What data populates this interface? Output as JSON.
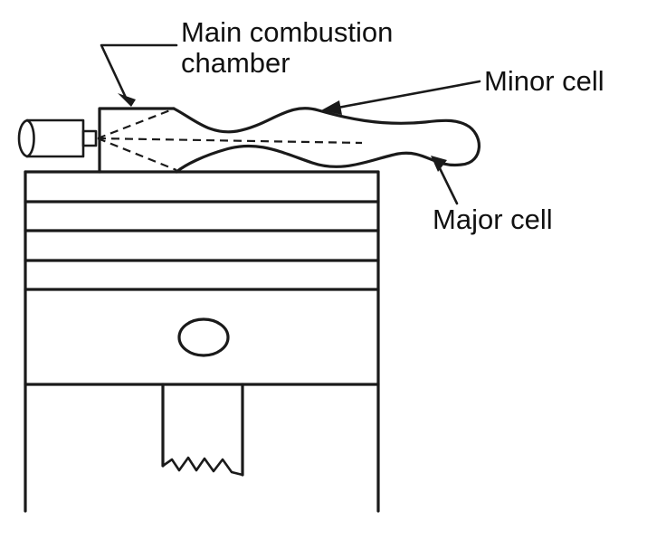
{
  "labels": {
    "main_chamber_line1": "Main combustion",
    "main_chamber_line2": "chamber",
    "minor_cell": "Minor cell",
    "major_cell": "Major cell"
  }
}
